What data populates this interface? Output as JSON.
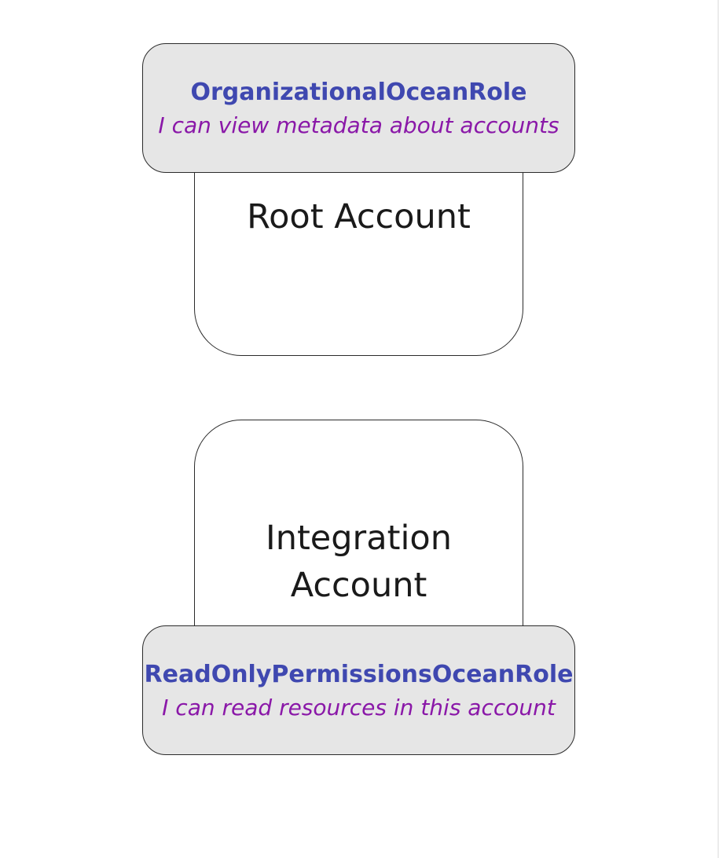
{
  "root_account": {
    "label": "Root Account",
    "role": {
      "name": "OrganizationalOceanRole",
      "description": "I can view metadata about accounts"
    }
  },
  "integration_account": {
    "label": "Integration\nAccount",
    "role": {
      "name": "ReadOnlyPermissionsOceanRole",
      "description": "I can read resources in this account"
    }
  },
  "colors": {
    "role_name": "#3f48b0",
    "role_description": "#8a18a8",
    "role_box_fill": "#e6e6e6",
    "account_box_fill": "#ffffff",
    "border": "#2b2b2b",
    "account_text": "#1a1a1a"
  }
}
